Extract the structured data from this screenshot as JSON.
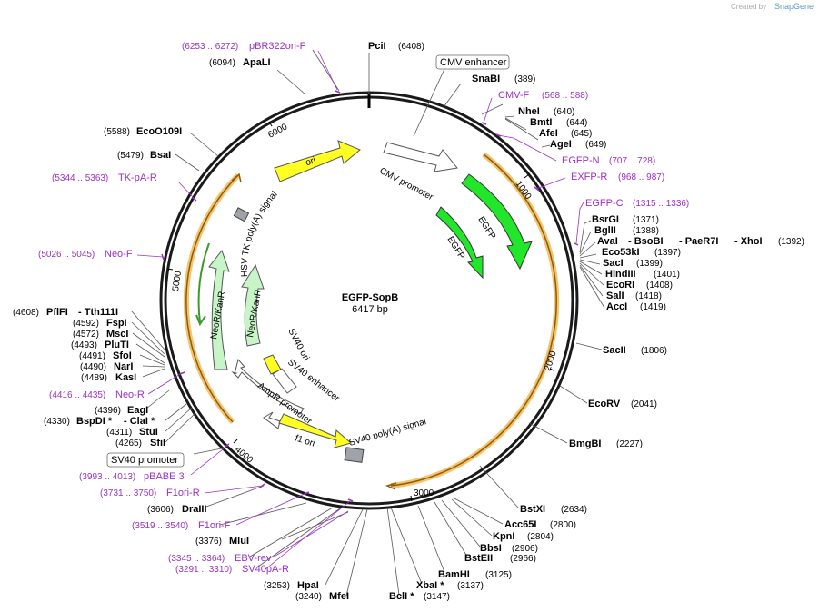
{
  "header": {
    "credit_prefix": "Created by",
    "credit_brand": "SnapGene"
  },
  "plasmid": {
    "name": "EGFP-SopB",
    "size": "6417 bp"
  },
  "ticks": [
    "1000",
    "2000",
    "3000",
    "4000",
    "5000",
    "6000"
  ],
  "enzymes": {
    "pcil": {
      "name": "PciI",
      "pos": "(6408)"
    },
    "snabi": {
      "name": "SnaBI",
      "pos": "(389)"
    },
    "nhei": {
      "name": "NheI",
      "pos": "(640)"
    },
    "bmti": {
      "name": "BmtI",
      "pos": "(644)"
    },
    "afei": {
      "name": "AfeI",
      "pos": "(645)"
    },
    "agei": {
      "name": "AgeI",
      "pos": "(649)"
    },
    "bsrgi": {
      "name": "BsrGI",
      "pos": "(1371)"
    },
    "bglii": {
      "name": "BglII",
      "pos": "(1388)"
    },
    "avai": {
      "name": "AvaI",
      "name2": "- BsoBI",
      "name3": "- PaeR7I",
      "name4": "- XhoI",
      "pos": "(1392)"
    },
    "eco53ki": {
      "name": "Eco53kI",
      "pos": "(1397)"
    },
    "saci": {
      "name": "SacI",
      "pos": "(1399)"
    },
    "hindiii": {
      "name": "HindIII",
      "pos": "(1401)"
    },
    "ecori": {
      "name": "EcoRI",
      "pos": "(1408)"
    },
    "sali": {
      "name": "SalI",
      "pos": "(1418)"
    },
    "acci": {
      "name": "AccI",
      "pos": "(1419)"
    },
    "sacii": {
      "name": "SacII",
      "pos": "(1806)"
    },
    "ecorv": {
      "name": "EcoRV",
      "pos": "(2041)"
    },
    "bmgbi": {
      "name": "BmgBI",
      "pos": "(2227)"
    },
    "bstxi": {
      "name": "BstXI",
      "pos": "(2634)"
    },
    "acc65i": {
      "name": "Acc65I",
      "pos": "(2800)"
    },
    "kpni": {
      "name": "KpnI",
      "pos": "(2804)"
    },
    "bbsi": {
      "name": "BbsI",
      "pos": "(2906)"
    },
    "bsteii": {
      "name": "BstEII",
      "pos": "(2966)"
    },
    "bamhi": {
      "name": "BamHI",
      "pos": "(3125)"
    },
    "xbai": {
      "name": "XbaI *",
      "pos": "(3137)"
    },
    "bcli": {
      "name": "BclI *",
      "pos": "(3147)"
    },
    "mfei": {
      "name": "MfeI",
      "pos": "(3240)"
    },
    "hpai": {
      "name": "HpaI",
      "pos": "(3253)"
    },
    "mlui": {
      "name": "MluI",
      "pos": "(3376)"
    },
    "draiii": {
      "name": "DraIII",
      "pos": "(3606)"
    },
    "sfii": {
      "name": "SfiI",
      "pos": "(4265)"
    },
    "stui": {
      "name": "StuI",
      "pos": "(4311)"
    },
    "bspdi": {
      "name": "BspDI *",
      "name2": "- ClaI *",
      "pos": "(4330)"
    },
    "eagi": {
      "name": "EagI",
      "pos": "(4396)"
    },
    "kasi": {
      "name": "KasI",
      "pos": "(4489)"
    },
    "nari": {
      "name": "NarI",
      "pos": "(4490)"
    },
    "sfoi": {
      "name": "SfoI",
      "pos": "(4491)"
    },
    "pluti": {
      "name": "PluTI",
      "pos": "(4493)"
    },
    "msci": {
      "name": "MscI",
      "pos": "(4572)"
    },
    "fspi": {
      "name": "FspI",
      "pos": "(4592)"
    },
    "pflfi": {
      "name": "PflFI",
      "name2": "- Tth111I",
      "pos": "(4608)"
    },
    "bsai": {
      "name": "BsaI",
      "pos": "(5479)"
    },
    "eco0109i": {
      "name": "EcoO109I",
      "pos": "(5588)"
    },
    "apali": {
      "name": "ApaLI",
      "pos": "(6094)"
    }
  },
  "primers": {
    "pbr322": {
      "name": "pBR322ori-F",
      "range": "(6253 .. 6272)"
    },
    "cmvf": {
      "name": "CMV-F",
      "range": "(568 .. 588)"
    },
    "egfpn": {
      "name": "EGFP-N",
      "range": "(707 .. 728)"
    },
    "exfpr": {
      "name": "EXFP-R",
      "range": "(968 .. 987)"
    },
    "egfpc": {
      "name": "EGFP-C",
      "range": "(1315 .. 1336)"
    },
    "tkpar": {
      "name": "TK-pA-R",
      "range": "(5344 .. 5363)"
    },
    "neof": {
      "name": "Neo-F",
      "range": "(5026 .. 5045)"
    },
    "neor": {
      "name": "Neo-R",
      "range": "(4416 .. 4435)"
    },
    "pbabe": {
      "name": "pBABE 3'",
      "range": "(3993 .. 4013)"
    },
    "f1orir": {
      "name": "F1ori-R",
      "range": "(3731 .. 3750)"
    },
    "f1orif": {
      "name": "F1ori-F",
      "range": "(3519 .. 3540)"
    },
    "ebvrev": {
      "name": "EBV-rev",
      "range": "(3345 .. 3364)"
    },
    "sv40par": {
      "name": "SV40pA-R",
      "range": "(3291 .. 3310)"
    }
  },
  "boxed": {
    "cmv_enhancer": "CMV enhancer",
    "sv40_promoter": "SV40 promoter"
  },
  "features": {
    "ori": "ori",
    "cmv_promoter": "CMV promoter",
    "egfp_outer": "EGFP",
    "egfp_inner": "EGFP",
    "hsv_tk": "HSV TK poly(A) signal",
    "neo_outer": "NeoR/KanR",
    "neo_inner": "NeoR/KanR",
    "sv40_ori": "SV40 ori",
    "sv40_enhancer": "SV40 enhancer",
    "ampr_promoter": "AmpR promoter",
    "f1_ori": "f1 ori",
    "sv40_polya": "SV40 poly(A) signal"
  },
  "colors": {
    "backbone": "#1a1a1a",
    "primer": "#9b30c8",
    "orf": "#f5a623",
    "egfp": "#22e62a",
    "neo": "#c8f5c8",
    "ori": "#ffff22",
    "polya": "#9ea3aa"
  }
}
